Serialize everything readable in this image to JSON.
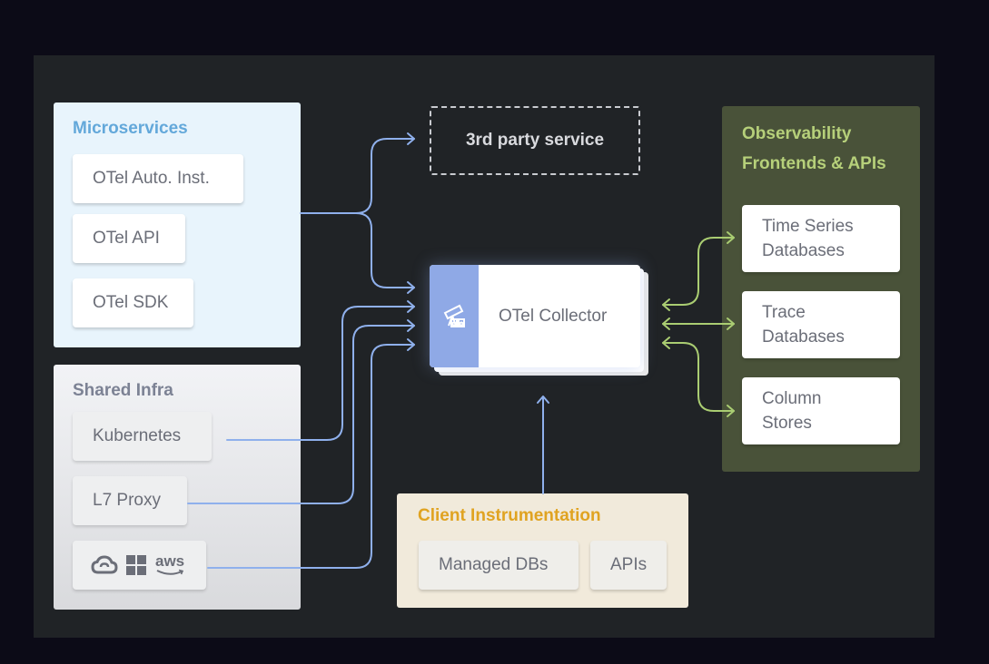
{
  "microservices": {
    "title": "Microservices",
    "items": [
      "OTel Auto. Inst.",
      "OTel API",
      "OTel SDK"
    ]
  },
  "shared_infra": {
    "title": "Shared Infra",
    "items": [
      "Kubernetes",
      "L7 Proxy"
    ],
    "cloud_icons": [
      "cloud-icon",
      "windows-icon",
      "aws-logo-icon"
    ],
    "aws_label": "aws"
  },
  "third_party": {
    "label": "3rd party service"
  },
  "collector": {
    "label": "OTel Collector",
    "icon": "telescope-icon"
  },
  "observability": {
    "title_line1": "Observability",
    "title_line2": "Frontends & APIs",
    "items": [
      "Time Series\nDatabases",
      "Trace\nDatabases",
      "Column\nStores"
    ]
  },
  "client": {
    "title": "Client Instrumentation",
    "items": [
      "Managed DBs",
      "APIs"
    ]
  },
  "colors": {
    "page_bg": "#0c0b17",
    "canvas_bg": "#202326",
    "microservices_bg": "#e8f4fc",
    "microservices_title": "#63a8da",
    "shared_infra_title": "#7c8294",
    "observability_bg": "#495239",
    "observability_title": "#b6d07a",
    "client_bg": "#f1eadb",
    "client_title": "#e0a321",
    "blue_wire": "#8fb0ec",
    "green_wire": "#aacd72",
    "collector_accent": "#8fa9e6"
  }
}
